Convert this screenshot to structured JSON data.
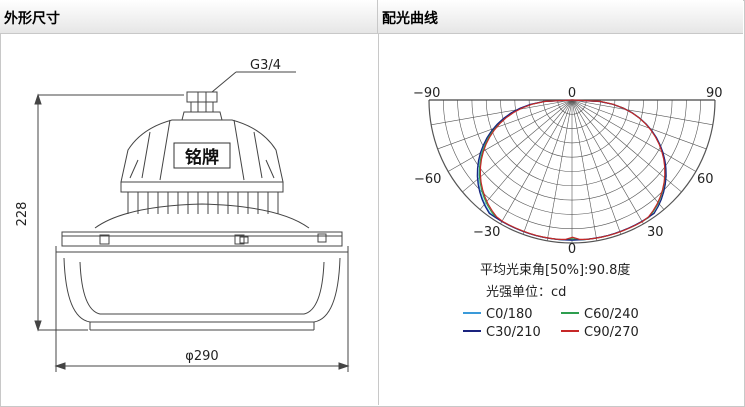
{
  "left_panel": {
    "title": "外形尺寸",
    "thread_label": "G3/4",
    "nameplate_text": "铭牌",
    "height_dim": "228",
    "width_dim": "φ290"
  },
  "right_panel": {
    "title": "配光曲线",
    "angle_labels": {
      "top_left": "−90",
      "top_center": "0",
      "top_right": "90",
      "mid_left": "−60",
      "mid_right": "60",
      "low_left": "−30",
      "low_center": "0",
      "low_right": "30"
    },
    "beam_angle_text": "平均光束角[50%]:90.8度",
    "intensity_unit_text": "光强单位：cd",
    "legend": [
      {
        "label": "C0/180",
        "color": "#3a9ad9"
      },
      {
        "label": "C60/240",
        "color": "#2e9e4f"
      },
      {
        "label": "C30/210",
        "color": "#1a237e"
      },
      {
        "label": "C90/270",
        "color": "#c62828"
      }
    ]
  }
}
